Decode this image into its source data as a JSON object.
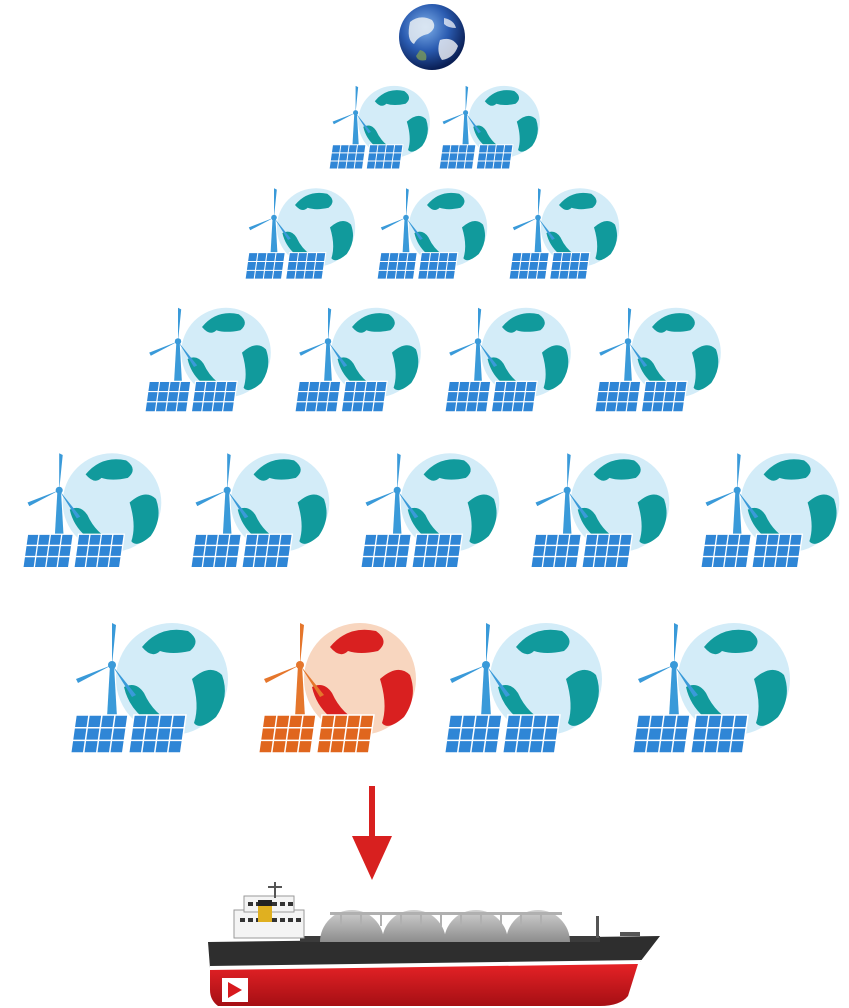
{
  "colors": {
    "background": "#ffffff",
    "earth_ocean": "#2a5bb0",
    "globe_sea": "#d3ecf8",
    "globe_land": "#119a9c",
    "turbine": "#3a9ad9",
    "panel": "#2f86d6",
    "highlight_globe_sea": "#f8d6bf",
    "highlight_globe_land": "#d92020",
    "highlight_turbine": "#e5762c",
    "highlight_panel": "#e0661e",
    "arrow": "#d8201f",
    "ship_hull_red": "#d7191d",
    "ship_hull_dark": "#2e2e2e",
    "ship_tanks": "#a9a9a9"
  },
  "rows": [
    {
      "icons": [
        "normal",
        "normal"
      ]
    },
    {
      "icons": [
        "normal",
        "normal",
        "normal"
      ]
    },
    {
      "icons": [
        "normal",
        "normal",
        "normal",
        "normal"
      ]
    },
    {
      "icons": [
        "normal",
        "normal",
        "normal",
        "normal",
        "normal"
      ]
    },
    {
      "icons": [
        "normal",
        "highlight",
        "normal",
        "normal"
      ]
    }
  ],
  "icon_names": {
    "top": "earth-icon",
    "unit": "globe-wind-solar-icon",
    "arrow": "down-arrow-icon",
    "ship": "lng-tanker-icon"
  }
}
